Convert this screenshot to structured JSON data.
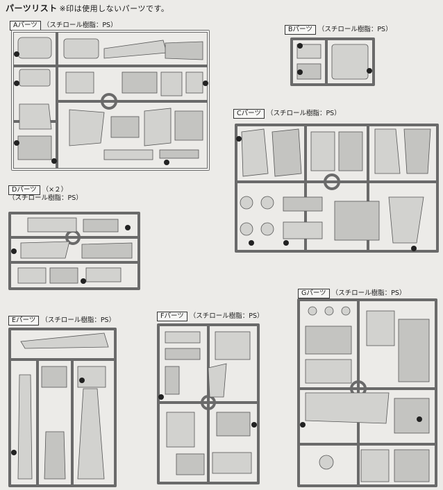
{
  "header": {
    "title": "パーツリスト",
    "note": "※印は使用しないパーツです。"
  },
  "groups": [
    {
      "id": "A",
      "label": "Aパーツ",
      "material": "（スチロール樹脂：PS）"
    },
    {
      "id": "B",
      "label": "Bパーツ",
      "material": "（スチロール樹脂：PS）"
    },
    {
      "id": "C",
      "label": "Cパーツ",
      "material": "（スチロール樹脂：PS）"
    },
    {
      "id": "D",
      "label": "Dパーツ",
      "count": "（×２）",
      "material": "（スチロール樹脂：PS）"
    },
    {
      "id": "E",
      "label": "Eパーツ",
      "material": "（スチロール樹脂：PS）"
    },
    {
      "id": "F",
      "label": "Fパーツ",
      "material": "（スチロール樹脂：PS）"
    },
    {
      "id": "G",
      "label": "Gパーツ",
      "material": "（スチロール樹脂：PS）"
    }
  ]
}
